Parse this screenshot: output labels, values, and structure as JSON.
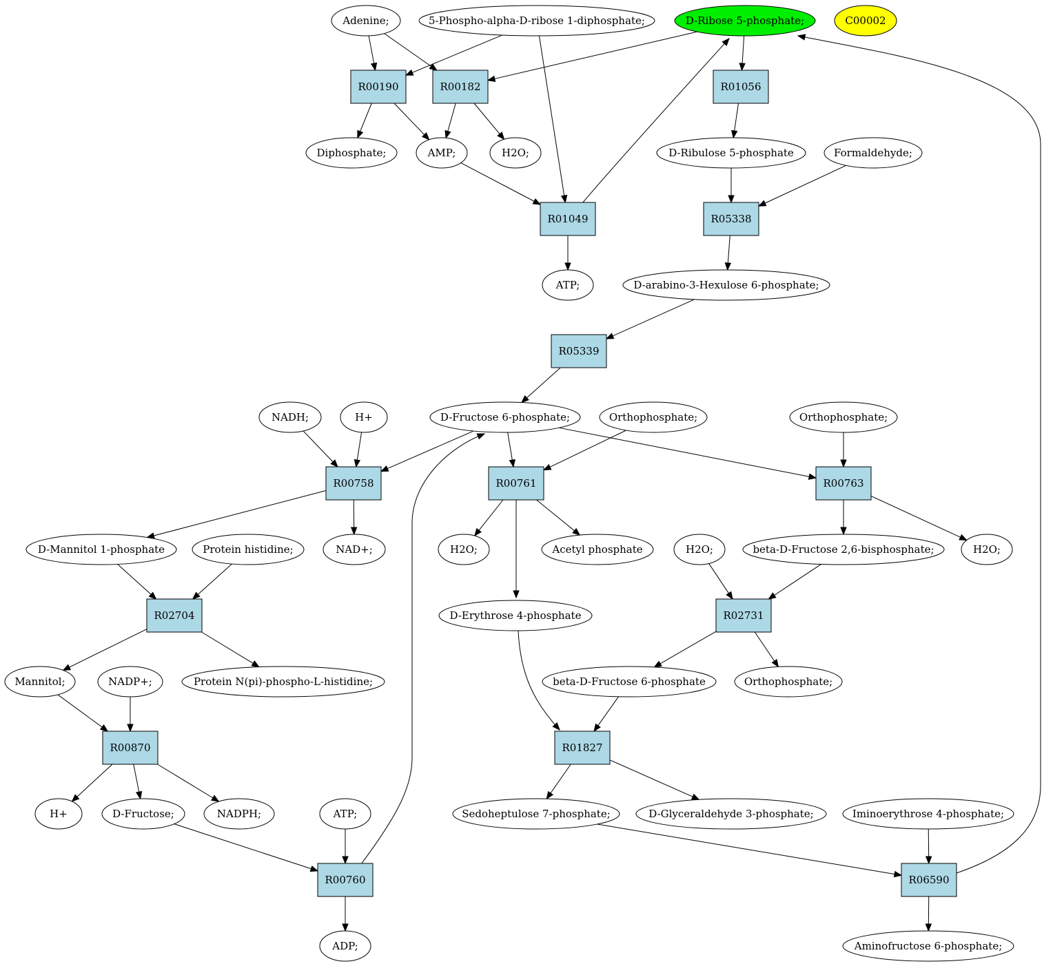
{
  "colors": {
    "reaction_fill": "#add8e6",
    "compound_fill": "#ffffff",
    "highlight_fill": "#00ee00",
    "query_fill": "#ffff00"
  },
  "compounds": [
    {
      "id": "adenine",
      "label": "Adenine;"
    },
    {
      "id": "prpp",
      "label": "5-Phospho-alpha-D-ribose 1-diphosphate;"
    },
    {
      "id": "r5p",
      "label": "D-Ribose 5-phosphate;",
      "style": "highlight"
    },
    {
      "id": "c00002",
      "label": "C00002",
      "style": "query"
    },
    {
      "id": "diphosphate",
      "label": "Diphosphate;"
    },
    {
      "id": "amp",
      "label": "AMP;"
    },
    {
      "id": "h2o_a",
      "label": "H2O;"
    },
    {
      "id": "ru5p",
      "label": "D-Ribulose 5-phosphate"
    },
    {
      "id": "formaldehyde",
      "label": "Formaldehyde;"
    },
    {
      "id": "atp_a",
      "label": "ATP;"
    },
    {
      "id": "hexulose6p",
      "label": "D-arabino-3-Hexulose 6-phosphate;"
    },
    {
      "id": "nadh",
      "label": "NADH;"
    },
    {
      "id": "hplus_a",
      "label": "H+"
    },
    {
      "id": "f6p",
      "label": "D-Fructose 6-phosphate;"
    },
    {
      "id": "pi_a",
      "label": "Orthophosphate;"
    },
    {
      "id": "pi_b",
      "label": "Orthophosphate;"
    },
    {
      "id": "mannitol1p",
      "label": "D-Mannitol 1-phosphate"
    },
    {
      "id": "prot_his",
      "label": "Protein histidine;"
    },
    {
      "id": "nadplus",
      "label": "NAD+;"
    },
    {
      "id": "h2o_b",
      "label": "H2O;"
    },
    {
      "id": "acetylp",
      "label": "Acetyl phosphate"
    },
    {
      "id": "h2o_c",
      "label": "H2O;"
    },
    {
      "id": "f26bp",
      "label": "beta-D-Fructose 2,6-bisphosphate;"
    },
    {
      "id": "h2o_d",
      "label": "H2O;"
    },
    {
      "id": "e4p",
      "label": "D-Erythrose 4-phosphate"
    },
    {
      "id": "mannitol",
      "label": "Mannitol;"
    },
    {
      "id": "nadpplus",
      "label": "NADP+;"
    },
    {
      "id": "prot_phis",
      "label": "Protein N(pi)-phospho-L-histidine;"
    },
    {
      "id": "bf6p",
      "label": "beta-D-Fructose 6-phosphate"
    },
    {
      "id": "pi_c",
      "label": "Orthophosphate;"
    },
    {
      "id": "hplus_b",
      "label": "H+"
    },
    {
      "id": "fructose",
      "label": "D-Fructose;"
    },
    {
      "id": "nadph",
      "label": "NADPH;"
    },
    {
      "id": "atp_b",
      "label": "ATP;"
    },
    {
      "id": "s7p",
      "label": "Sedoheptulose 7-phosphate;"
    },
    {
      "id": "g3p",
      "label": "D-Glyceraldehyde 3-phosphate;"
    },
    {
      "id": "iminoe4p",
      "label": "Iminoerythrose 4-phosphate;"
    },
    {
      "id": "adp",
      "label": "ADP;"
    },
    {
      "id": "aminof6p",
      "label": "Aminofructose 6-phosphate;"
    }
  ],
  "reactions": [
    {
      "id": "R00190",
      "label": "R00190"
    },
    {
      "id": "R00182",
      "label": "R00182"
    },
    {
      "id": "R01056",
      "label": "R01056"
    },
    {
      "id": "R01049",
      "label": "R01049"
    },
    {
      "id": "R05338",
      "label": "R05338"
    },
    {
      "id": "R05339",
      "label": "R05339"
    },
    {
      "id": "R00758",
      "label": "R00758"
    },
    {
      "id": "R00761",
      "label": "R00761"
    },
    {
      "id": "R00763",
      "label": "R00763"
    },
    {
      "id": "R02704",
      "label": "R02704"
    },
    {
      "id": "R02731",
      "label": "R02731"
    },
    {
      "id": "R00870",
      "label": "R00870"
    },
    {
      "id": "R01827",
      "label": "R01827"
    },
    {
      "id": "R00760",
      "label": "R00760"
    },
    {
      "id": "R06590",
      "label": "R06590"
    }
  ],
  "edges": [
    [
      "adenine",
      "R00190"
    ],
    [
      "adenine",
      "R00182"
    ],
    [
      "prpp",
      "R00190"
    ],
    [
      "prpp",
      "R01049"
    ],
    [
      "r5p",
      "R00182"
    ],
    [
      "r5p",
      "R01056"
    ],
    [
      "R00190",
      "diphosphate"
    ],
    [
      "R00190",
      "amp"
    ],
    [
      "R00182",
      "amp"
    ],
    [
      "R00182",
      "h2o_a"
    ],
    [
      "R01056",
      "ru5p"
    ],
    [
      "amp",
      "R01049"
    ],
    [
      "R01049",
      "atp_a"
    ],
    [
      "R01049",
      "r5p"
    ],
    [
      "ru5p",
      "R05338"
    ],
    [
      "formaldehyde",
      "R05338"
    ],
    [
      "R05338",
      "hexulose6p"
    ],
    [
      "hexulose6p",
      "R05339"
    ],
    [
      "R05339",
      "f6p"
    ],
    [
      "nadh",
      "R00758"
    ],
    [
      "hplus_a",
      "R00758"
    ],
    [
      "f6p",
      "R00758"
    ],
    [
      "f6p",
      "R00761"
    ],
    [
      "f6p",
      "R00763"
    ],
    [
      "pi_a",
      "R00761"
    ],
    [
      "pi_b",
      "R00763"
    ],
    [
      "R00758",
      "mannitol1p"
    ],
    [
      "R00758",
      "nadplus"
    ],
    [
      "R00761",
      "h2o_b"
    ],
    [
      "R00761",
      "acetylp"
    ],
    [
      "R00761",
      "e4p"
    ],
    [
      "R00763",
      "f26bp"
    ],
    [
      "R00763",
      "h2o_d"
    ],
    [
      "mannitol1p",
      "R02704"
    ],
    [
      "prot_his",
      "R02704"
    ],
    [
      "R02704",
      "mannitol"
    ],
    [
      "R02704",
      "prot_phis"
    ],
    [
      "h2o_c",
      "R02731"
    ],
    [
      "f26bp",
      "R02731"
    ],
    [
      "R02731",
      "bf6p"
    ],
    [
      "R02731",
      "pi_c"
    ],
    [
      "mannitol",
      "R00870"
    ],
    [
      "nadpplus",
      "R00870"
    ],
    [
      "R00870",
      "hplus_b"
    ],
    [
      "R00870",
      "fructose"
    ],
    [
      "R00870",
      "nadph"
    ],
    [
      "e4p",
      "R01827"
    ],
    [
      "bf6p",
      "R01827"
    ],
    [
      "R01827",
      "s7p"
    ],
    [
      "R01827",
      "g3p"
    ],
    [
      "fructose",
      "R00760"
    ],
    [
      "atp_b",
      "R00760"
    ],
    [
      "R00760",
      "adp"
    ],
    [
      "R00760",
      "f6p"
    ],
    [
      "s7p",
      "R06590"
    ],
    [
      "iminoe4p",
      "R06590"
    ],
    [
      "R06590",
      "aminof6p"
    ],
    [
      "R06590",
      "r5p"
    ]
  ]
}
